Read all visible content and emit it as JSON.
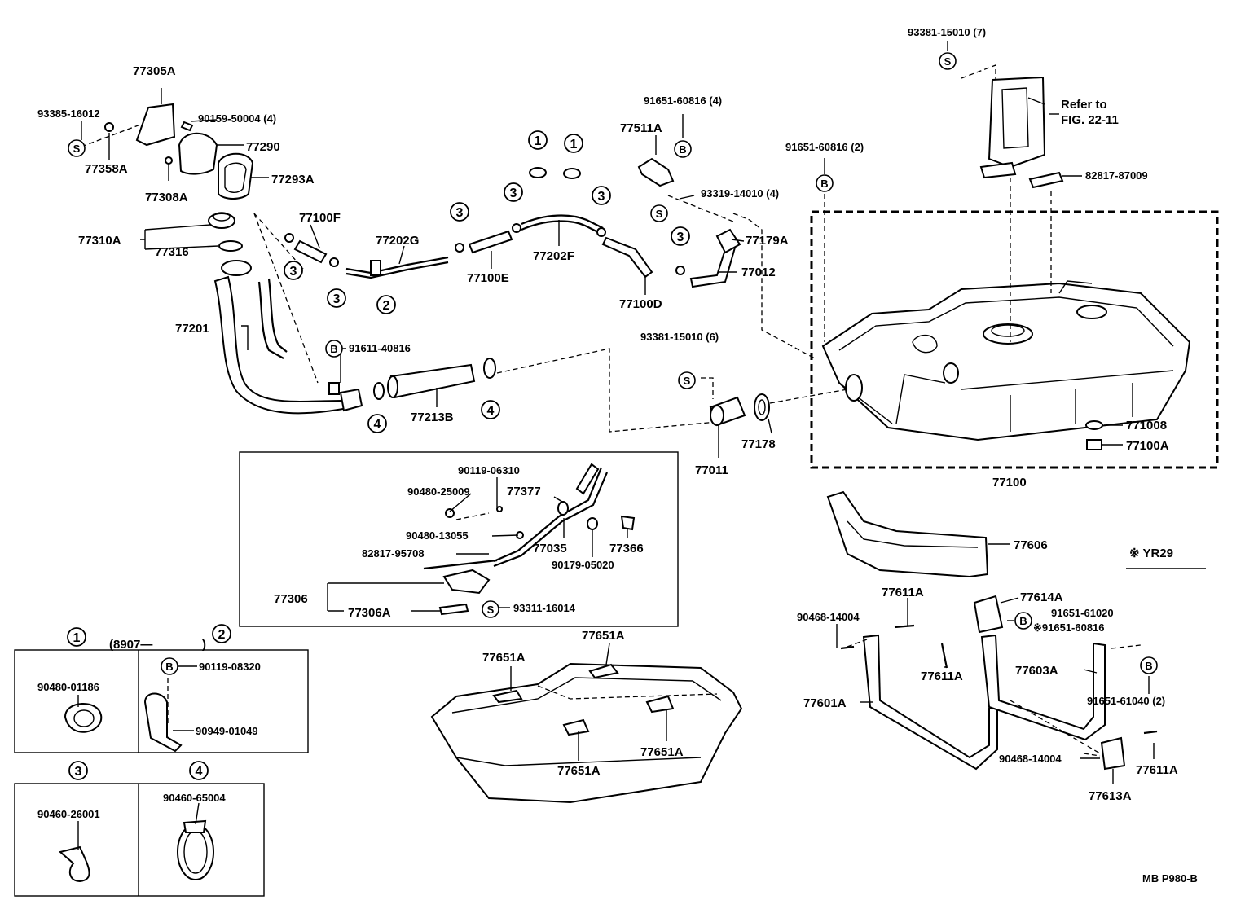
{
  "labels": {
    "l77305A": "77305A",
    "l93385": "93385-16012",
    "l90159": "90159-50004 (4)",
    "l77290": "77290",
    "l77358A": "77358A",
    "l77293A": "77293A",
    "l77308A": "77308A",
    "l77310A": "77310A",
    "l77316": "77316",
    "l77100F": "77100F",
    "l77202G": "77202G",
    "l77201": "77201",
    "l91611": "91611-40816",
    "l77213B": "77213B",
    "l77100E": "77100E",
    "l77202F": "77202F",
    "l77100D": "77100D",
    "l91651a": "91651-60816 (4)",
    "l77511A": "77511A",
    "l93319": "93319-14010 (4)",
    "l77179A": "77179A",
    "l77012": "77012",
    "l93381b": "93381-15010 (6)",
    "l77011": "77011",
    "l77178": "77178",
    "l93381a": "93381-15010 (7)",
    "lRefer1": "Refer to",
    "lRefer2": "FIG. 22-11",
    "l91651b": "91651-60816 (2)",
    "l82817a": "82817-87009",
    "l77100B": "771008",
    "l77100A": "77100A",
    "l77100": "77100",
    "l90119a": "90119-06310",
    "l90480a": "90480-25009",
    "l77377": "77377",
    "l90480b": "90480-13055",
    "l77035": "77035",
    "l77366": "77366",
    "l82817b": "82817-95708",
    "l90179": "90179-05020",
    "l77306": "77306",
    "l77306A": "77306A",
    "l93311": "93311-16014",
    "l8907": "(8907—",
    "l8907close": ")",
    "l90480c": "90480-01186",
    "l90119b": "90119-08320",
    "l90949": "90949-01049",
    "l90460a": "90460-26001",
    "l90460b": "90460-65004",
    "l77651A_1": "77651A",
    "l77651A_2": "77651A",
    "l77651A_3": "77651A",
    "l77651A_4": "77651A",
    "l77606": "77606",
    "lYR29": "※ YR29",
    "l90468a": "90468-14004",
    "l77611A_1": "77611A",
    "l77614A": "77614A",
    "l91651c": "91651-61020",
    "l91651d": "※91651-60816",
    "l77611A_2": "77611A",
    "l77603A": "77603A",
    "l91651e": "91651-61040 (2)",
    "l77601A": "77601A",
    "l90468b": "90468-14004",
    "l77611A_3": "77611A",
    "l77613A": "77613A",
    "lFooter": "MB  P980-B"
  },
  "markers": {
    "one": "1",
    "two": "2",
    "three": "3",
    "four": "4",
    "s": "S",
    "b": "B"
  }
}
